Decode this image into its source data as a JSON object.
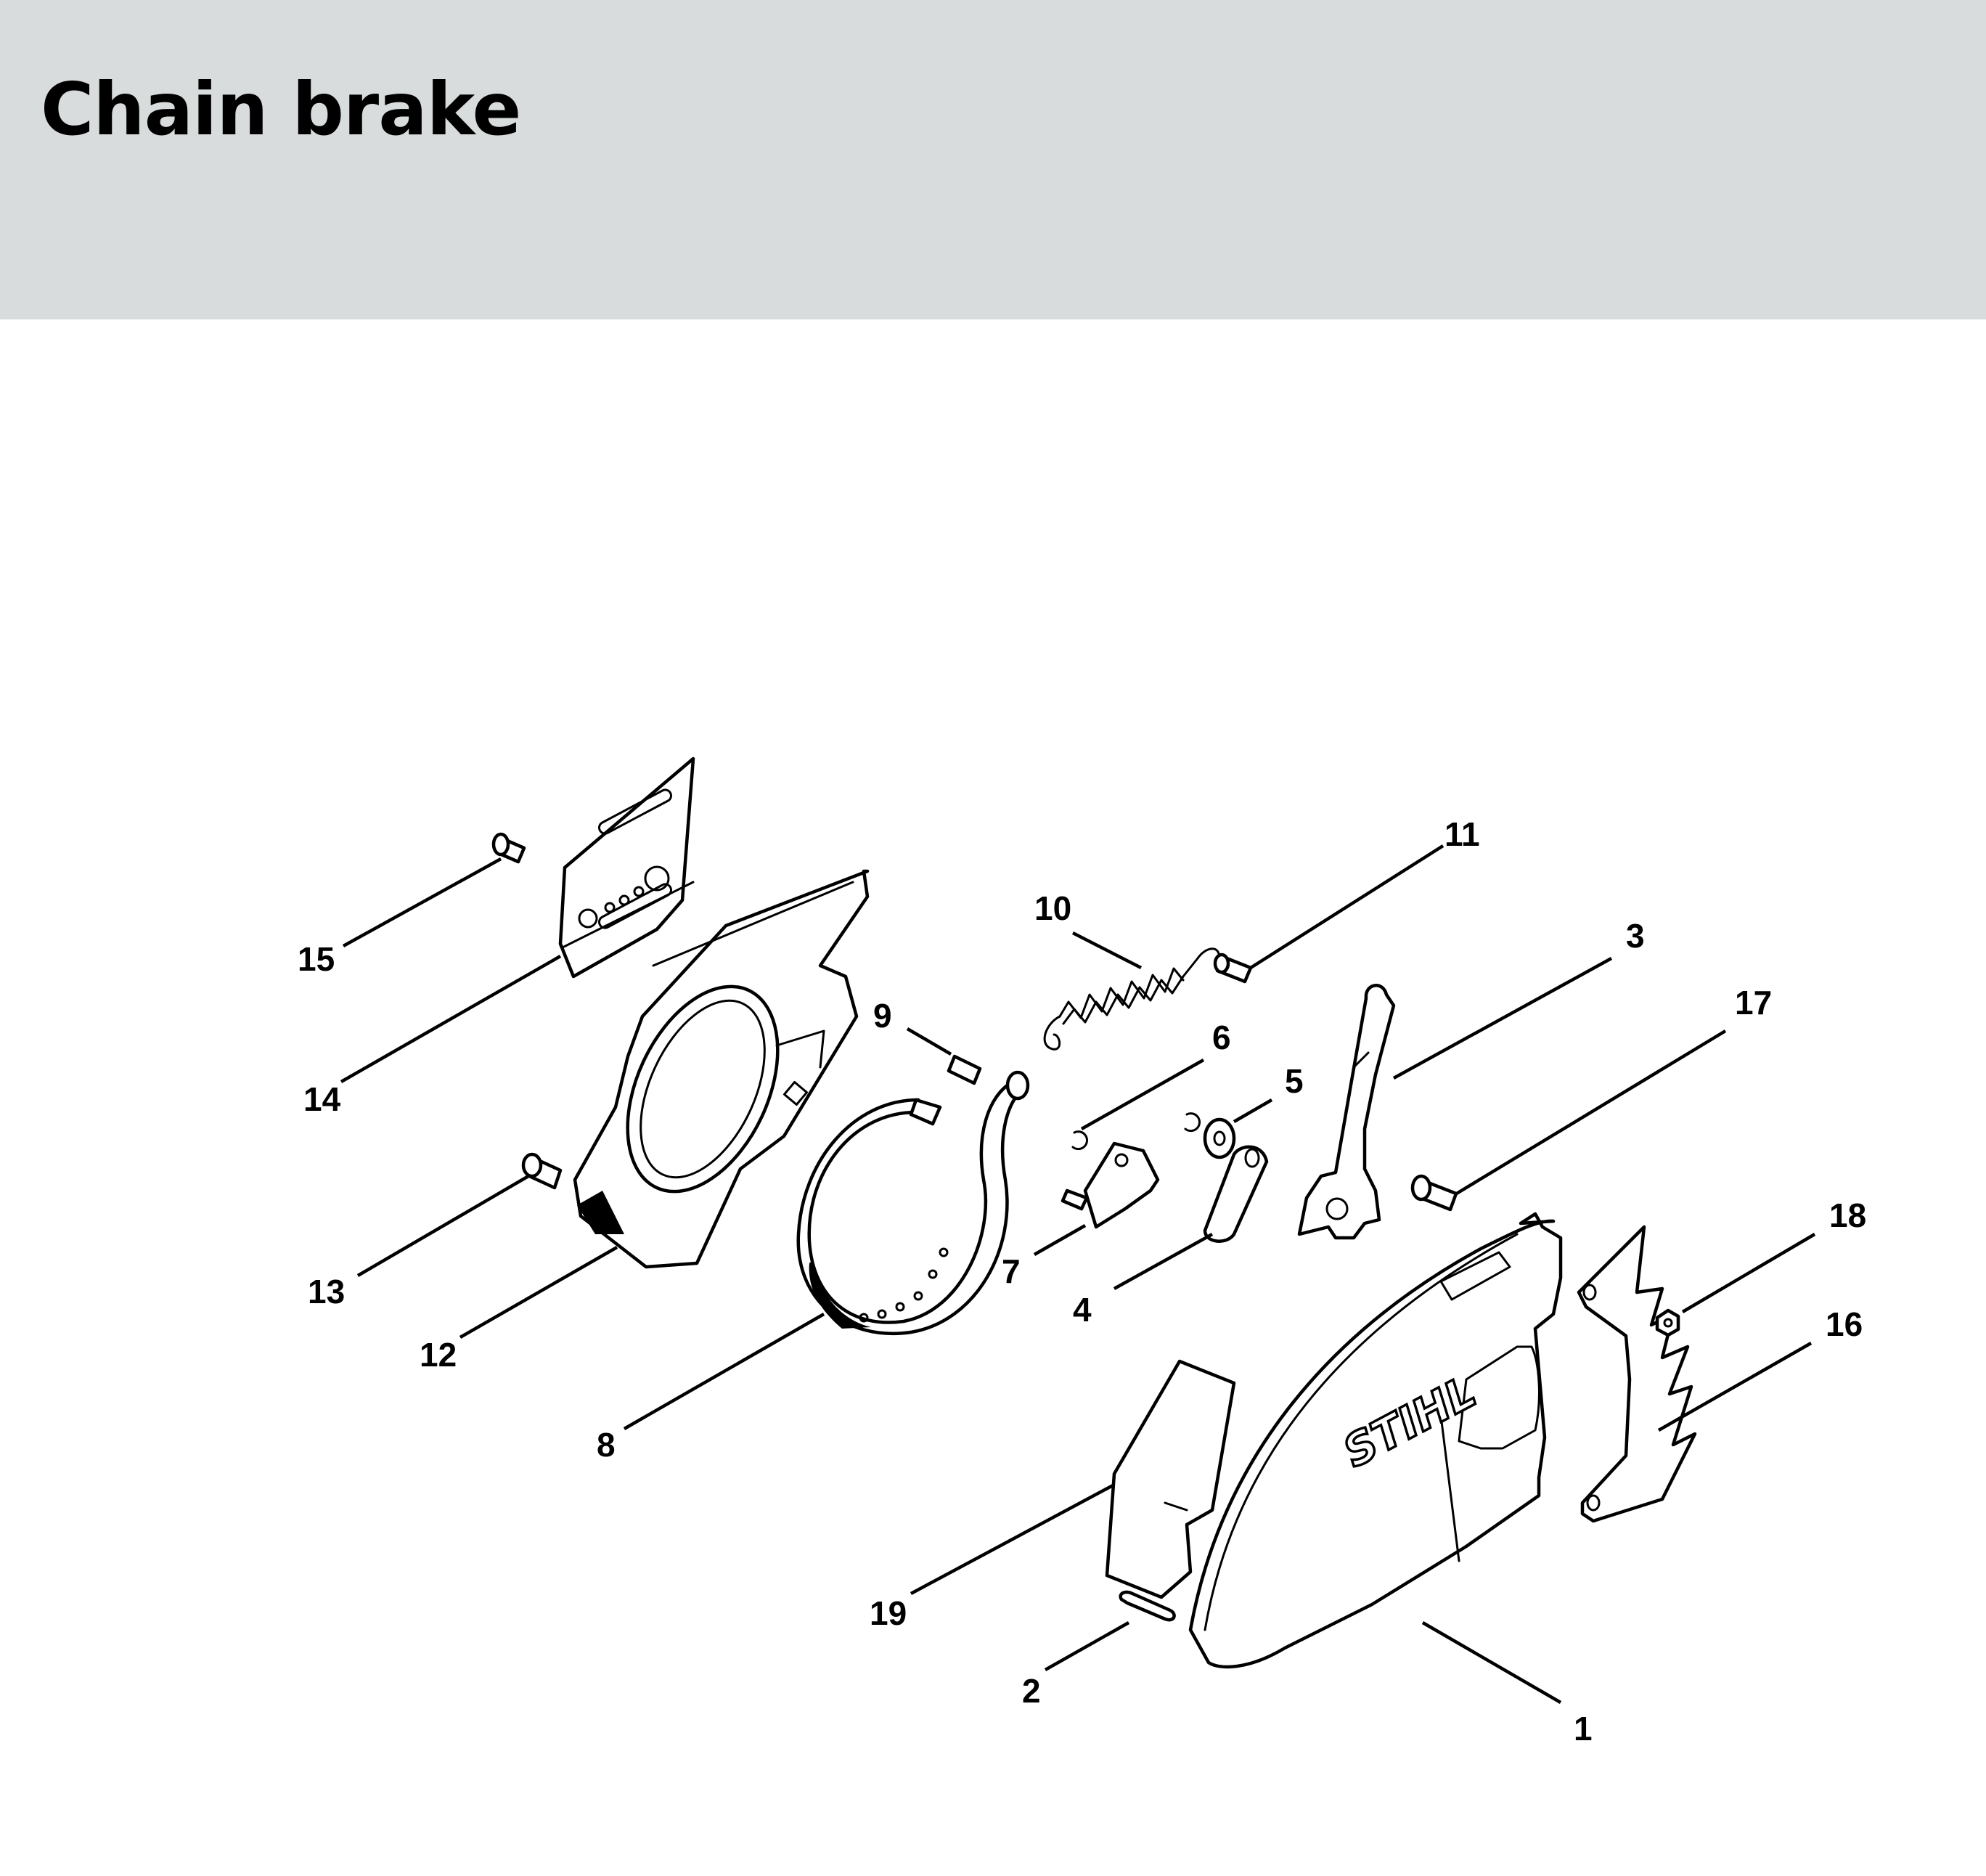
{
  "title": "Chain brake",
  "brand_logo": "STIHL",
  "labels": [
    "1",
    "2",
    "3",
    "4",
    "5",
    "6",
    "7",
    "8",
    "9",
    "10",
    "11",
    "12",
    "13",
    "14",
    "15",
    "16",
    "17",
    "18",
    "19"
  ]
}
